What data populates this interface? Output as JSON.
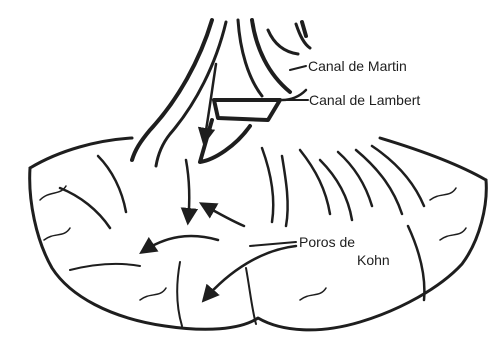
{
  "labels": {
    "canal_martin": "Canal de Martin",
    "canal_lambert": "Canal de Lambert",
    "poros_line1": "Poros de",
    "poros_line2": "Kohn"
  },
  "colors": {
    "ink": "#1e1e1e",
    "background": "#ffffff"
  }
}
